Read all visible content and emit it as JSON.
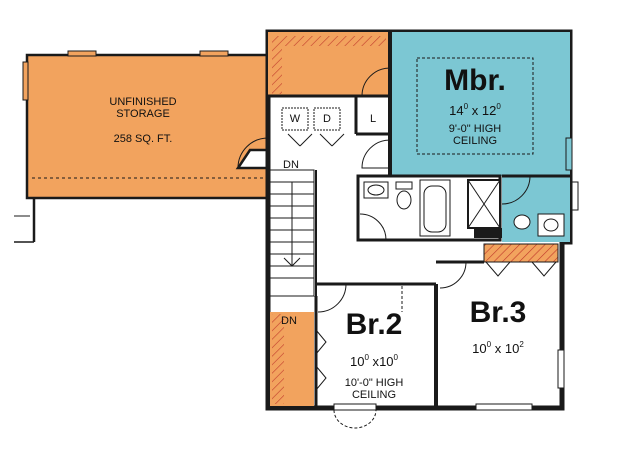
{
  "colors": {
    "storage": "#F2A35E",
    "master_bedroom": "#7CC7D3",
    "wall": "#1a1a1a",
    "closet_fill": "#F2A35E",
    "closet_hatch": "#C0392B"
  },
  "storage": {
    "line1": "UNFINISHED",
    "line2": "STORAGE",
    "area": "258 SQ. FT."
  },
  "master_bedroom": {
    "name": "Mbr.",
    "width_ft": "14",
    "width_in": "0",
    "depth_ft": "12",
    "depth_in": "0",
    "ceiling_line1": "9'-0\" HIGH",
    "ceiling_line2": "CEILING"
  },
  "bedroom2": {
    "name": "Br.2",
    "width_ft": "10",
    "width_in": "0",
    "depth_ft": "10",
    "depth_in": "0",
    "ceiling_line1": "10'-0\" HIGH",
    "ceiling_line2": "CEILING"
  },
  "bedroom3": {
    "name": "Br.3",
    "width_ft": "10",
    "width_in": "0",
    "depth_ft": "10",
    "depth_in": "2"
  },
  "laundry": {
    "washer": "W",
    "dryer": "D",
    "linen": "L"
  },
  "stairs": {
    "label_top": "DN",
    "label_bottom": "DN"
  }
}
